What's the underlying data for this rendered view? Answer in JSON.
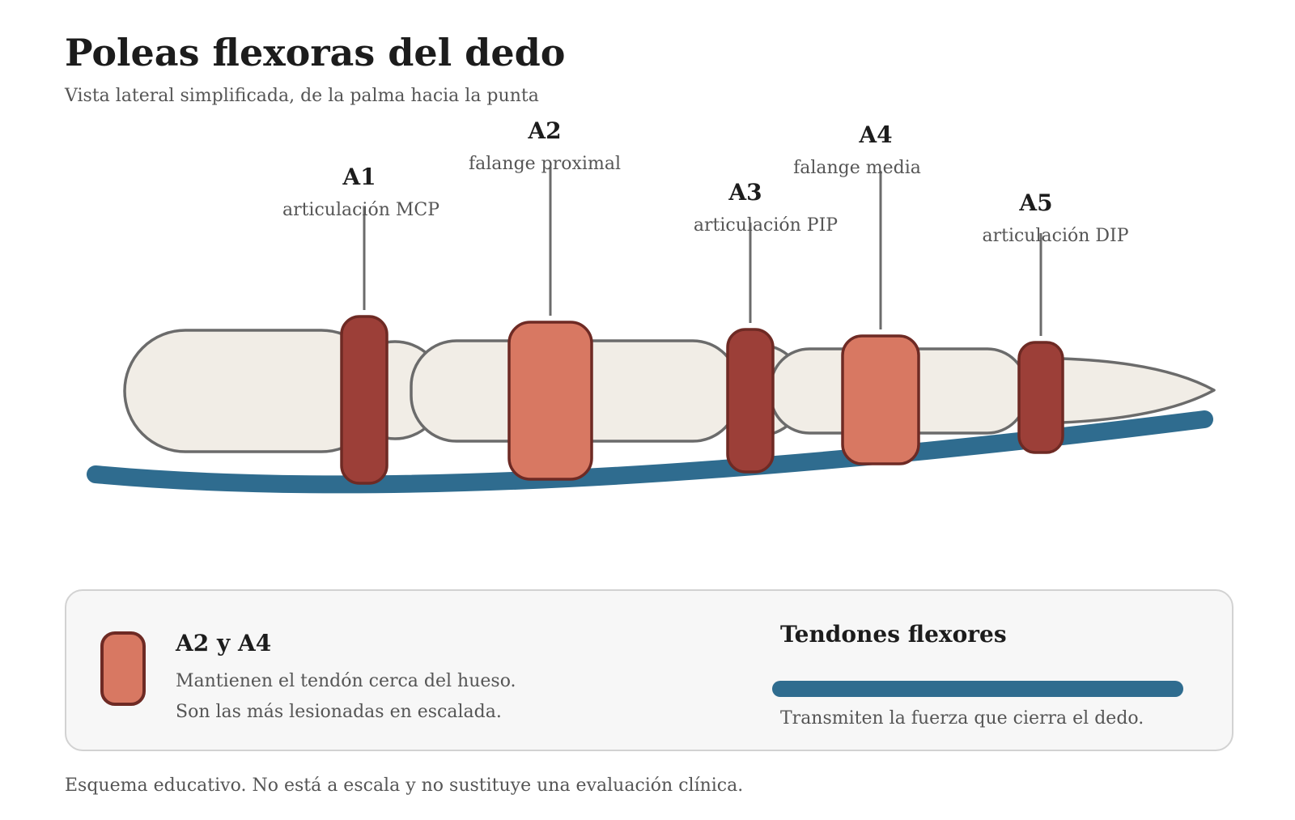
{
  "title": "Poleas flexoras del dedo",
  "subtitle": "Vista lateral simplificada, de la palma hacia la punta",
  "pulleys": [
    {
      "name": "A1",
      "location": "articulación MCP",
      "type": "annular"
    },
    {
      "name": "A2",
      "location": "falange proximal",
      "type": "key"
    },
    {
      "name": "A3",
      "location": "articulación PIP",
      "type": "annular"
    },
    {
      "name": "A4",
      "location": "falange media",
      "type": "key"
    },
    {
      "name": "A5",
      "location": "articulación DIP",
      "type": "annular"
    }
  ],
  "legend": {
    "key_pulleys": {
      "title": "A2 y A4",
      "line1": "Mantienen el tendón cerca del hueso.",
      "line2": "Son las más lesionadas en escalada."
    },
    "tendon": {
      "title": "Tendones flexores",
      "description": "Transmiten la fuerza que cierra el dedo."
    }
  },
  "footnote": "Esquema educativo. No está a escala y no sustituye una evaluación clínica.",
  "colors": {
    "bone_fill": "#f1ede6",
    "bone_stroke": "#6b6b6b",
    "annular_pulley": "#9c3f38",
    "key_pulley": "#d87862",
    "pulley_stroke": "#6e2a24",
    "tendon": "#2f6c8f",
    "leader_line": "#6b6b6b"
  }
}
